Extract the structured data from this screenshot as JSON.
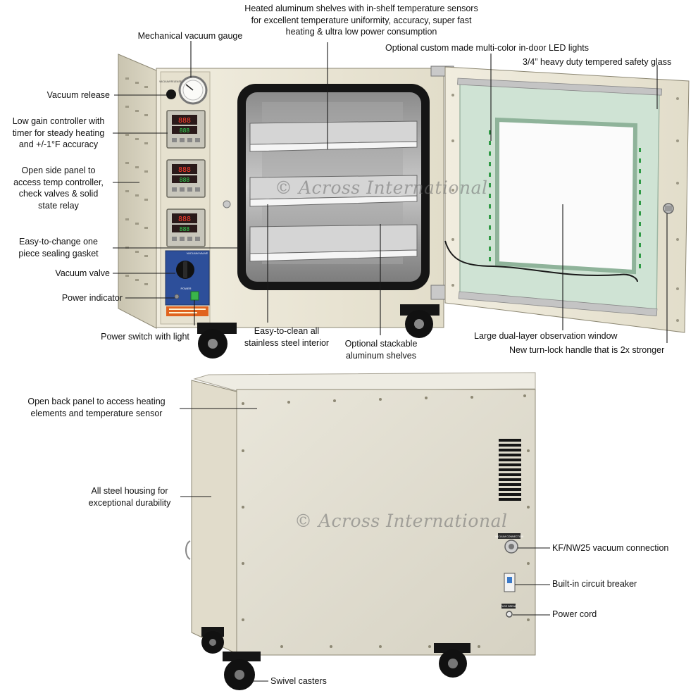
{
  "watermark": "© Across International",
  "colors": {
    "cabinet": "#ece8d8",
    "cabinet_shade": "#d9d4c1",
    "door_frame": "#1b1b1b",
    "glass": "#cfe3d4",
    "led": "#2f9a45",
    "control_panel": "#2d4f9a",
    "warning_label": "#e0631f"
  },
  "panel_text": {
    "vacuum_valve": "VACUUM\nVALVE",
    "power": "POWER",
    "vacuum_release": "VACUUM\nRELEASE",
    "vacuum_connection": "VACUUM CONNECTION",
    "fuse": "FUSE BREAK"
  },
  "labels": {
    "mechanical_vacuum_gauge": "Mechanical vacuum gauge",
    "heated_shelves": "Heated aluminum shelves with in-shelf temperature sensors\nfor excellent temperature uniformity, accuracy, super fast\nheating & ultra low power consumption",
    "led_lights": "Optional custom made multi-color in-door LED lights",
    "safety_glass": "3/4” heavy duty tempered safety glass",
    "vacuum_release": "Vacuum release",
    "controller": "Low gain controller with\ntimer for steady heating\nand +/-1°F accuracy",
    "side_panel": "Open side panel to\naccess temp controller,\ncheck valves & solid\nstate relay",
    "gasket": "Easy-to-change one\npiece sealing gasket",
    "vacuum_valve": "Vacuum valve",
    "power_indicator": "Power indicator",
    "power_switch": "Power switch with light",
    "stainless_interior": "Easy-to-clean all\nstainless steel interior",
    "stackable_shelves": "Optional stackable\naluminum shelves",
    "observation_window": "Large dual-layer observation window",
    "turn_lock_handle": "New turn-lock handle that is 2x stronger",
    "back_panel": "Open back panel to access heating\nelements and temperature sensor",
    "steel_housing": "All steel housing for\nexceptional durability",
    "vacuum_connection": "KF/NW25 vacuum connection",
    "circuit_breaker": "Built-in circuit breaker",
    "power_cord": "Power cord",
    "swivel_casters": "Swivel casters"
  }
}
